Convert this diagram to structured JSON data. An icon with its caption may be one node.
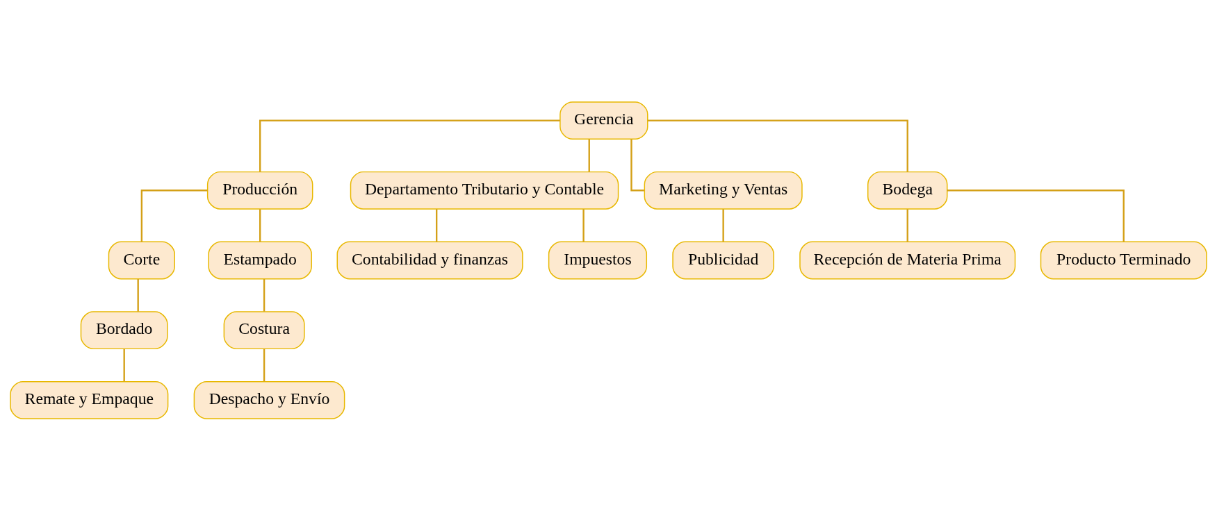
{
  "diagram": {
    "nodes": [
      {
        "text": [
          "Gerencia"
        ]
      },
      {
        "text": [
          "Producción"
        ]
      },
      {
        "text": [
          "Departamento Tributario y Contable"
        ]
      },
      {
        "text": [
          "Marketing y Ventas"
        ]
      },
      {
        "text": [
          "Bodega"
        ]
      },
      {
        "text": [
          "Corte"
        ]
      },
      {
        "text": [
          "Estampado"
        ]
      },
      {
        "text": [
          "Bordado"
        ]
      },
      {
        "text": [
          "Costura"
        ]
      },
      {
        "text": [
          "Remate y Empaque"
        ]
      },
      {
        "text": [
          "Despacho y Envío"
        ]
      },
      {
        "text": [
          "Contabilidad y finanzas"
        ]
      },
      {
        "text": [
          "Impuestos"
        ]
      },
      {
        "text": [
          "Publicidad"
        ]
      },
      {
        "text": [
          "Recepción de Materia Prima"
        ]
      },
      {
        "text": [
          "Producto Terminado"
        ]
      }
    ],
    "edges": [
      {
        "from": 0,
        "to": 1,
        "arrow": "none"
      },
      {
        "from": 0,
        "to": 2,
        "arrow": "none"
      },
      {
        "from": 0,
        "to": 3,
        "arrow": "none"
      },
      {
        "from": 0,
        "to": 4,
        "arrow": "none"
      },
      {
        "from": 1,
        "to": 5,
        "arrow": "none"
      },
      {
        "from": 1,
        "to": 6,
        "arrow": "none"
      },
      {
        "from": 5,
        "to": 7,
        "arrow": "none"
      },
      {
        "from": 7,
        "to": 9,
        "arrow": "none"
      },
      {
        "from": 6,
        "to": 8,
        "arrow": "none"
      },
      {
        "from": 8,
        "to": 10,
        "arrow": "none"
      },
      {
        "from": 2,
        "to": 11,
        "arrow": "none"
      },
      {
        "from": 2,
        "to": 12,
        "arrow": "none"
      },
      {
        "from": 3,
        "to": 13,
        "arrow": "none"
      },
      {
        "from": 4,
        "to": 14,
        "arrow": "none"
      },
      {
        "from": 4,
        "to": 15,
        "arrow": "none"
      }
    ]
  }
}
